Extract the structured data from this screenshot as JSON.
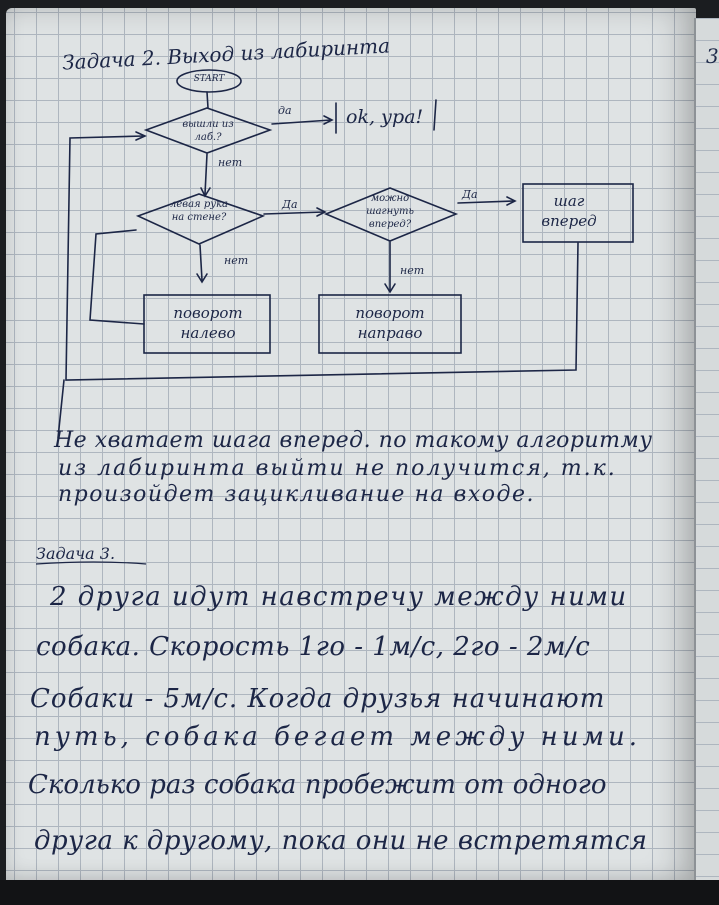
{
  "notebook": {
    "task2_title": "Задача 2. Выход из лабиринта",
    "flowchart": {
      "start": "START",
      "cond_out": "вышли из лаб.?",
      "yes_out": "да",
      "end": "ok, ура!",
      "no_1": "нет",
      "cond_left_wall": "левая рука на стене?",
      "yes_left": "Да",
      "cond_forward": "можно шагнуть вперед?",
      "yes_forward": "Да",
      "step_forward": "шаг вперед",
      "no_2": "нет",
      "turn_left": "поворот налево",
      "no_3": "нет",
      "turn_right": "поворот направо"
    },
    "conclusion": [
      "Не хватает шага вперед. по такому алгоритму",
      "из лабиринта выйти не получится, т.к.",
      "произойдет зацикливание на входе."
    ],
    "task3_title": "Задача 3.",
    "task3_lines": [
      "2 друга идут навстречу между ними",
      "собака. Скорость 1го - 1м/с, 2го - 2м/с",
      "Собаки - 5м/с. Когда друзья начинают",
      "путь, собака бегает между ними.",
      "Сколько раз собака пробежит от одного",
      "друга к другому, пока они не встретятся"
    ],
    "next_page_mark": "3"
  }
}
